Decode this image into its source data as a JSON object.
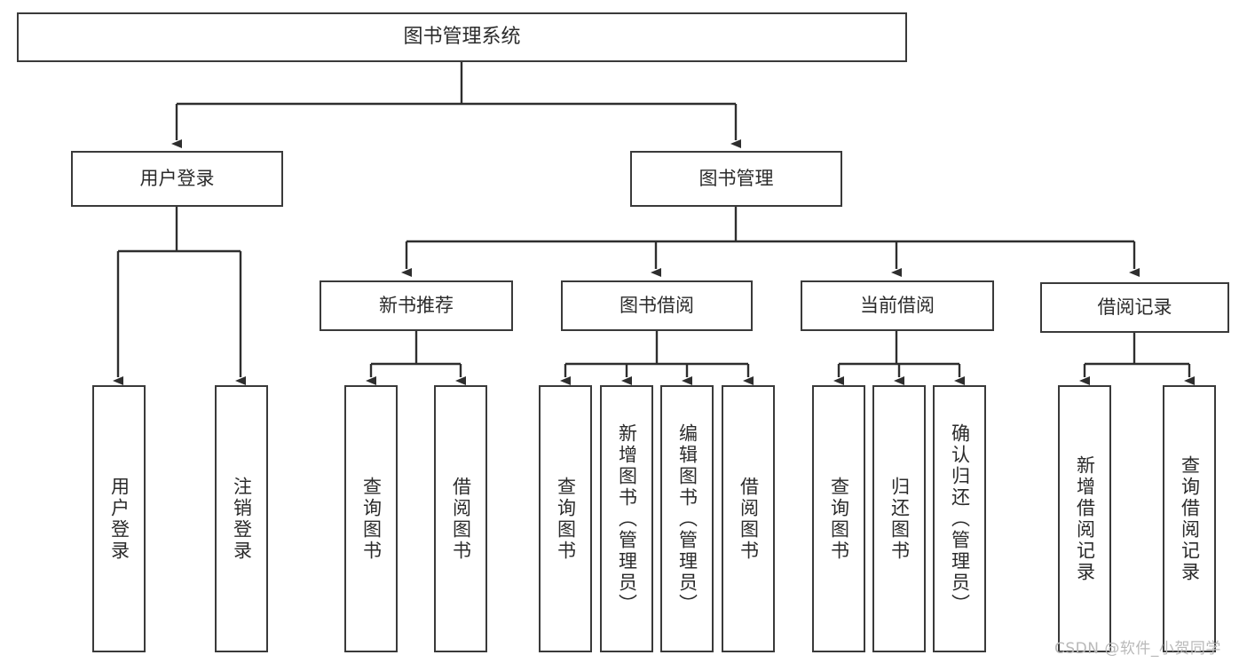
{
  "diagram": {
    "title": "图书管理系统",
    "type": "functional-structure-tree",
    "root": {
      "id": "root",
      "label": "图书管理系统"
    },
    "level1": [
      {
        "id": "user-login",
        "label": "用户登录"
      },
      {
        "id": "book-manage",
        "label": "图书管理"
      }
    ],
    "level2": [
      {
        "id": "new-book-recommend",
        "label": "新书推荐",
        "parent": "book-manage"
      },
      {
        "id": "book-borrow",
        "label": "图书借阅",
        "parent": "book-manage"
      },
      {
        "id": "current-borrow",
        "label": "当前借阅",
        "parent": "book-manage"
      },
      {
        "id": "borrow-record",
        "label": "借阅记录",
        "parent": "book-manage"
      }
    ],
    "leaves": {
      "user_login": [
        {
          "id": "leaf-user-login",
          "label": "用户登录"
        },
        {
          "id": "leaf-user-logout",
          "label": "注销登录"
        }
      ],
      "new_book_recommend": [
        {
          "id": "leaf-query-book-1",
          "label": "查询图书"
        },
        {
          "id": "leaf-borrow-book-1",
          "label": "借阅图书"
        }
      ],
      "book_borrow": [
        {
          "id": "leaf-query-book-2",
          "label": "查询图书"
        },
        {
          "id": "leaf-add-book",
          "label": "新增图书（管理员）"
        },
        {
          "id": "leaf-edit-book",
          "label": "编辑图书（管理员）"
        },
        {
          "id": "leaf-borrow-book-2",
          "label": "借阅图书"
        }
      ],
      "current_borrow": [
        {
          "id": "leaf-query-book-3",
          "label": "查询图书"
        },
        {
          "id": "leaf-return-book",
          "label": "归还图书"
        },
        {
          "id": "leaf-confirm-return",
          "label": "确认归还（管理员）"
        }
      ],
      "borrow_record": [
        {
          "id": "leaf-add-record",
          "label": "新增借阅记录"
        },
        {
          "id": "leaf-query-record",
          "label": "查询借阅记录"
        }
      ]
    },
    "colors": {
      "stroke": "#3a3a3a",
      "fill": "#ffffff",
      "text": "#2b2b2b",
      "watermark": "#b9b9b9"
    }
  },
  "watermark": {
    "text": "CSDN @软件_小贺同学"
  }
}
